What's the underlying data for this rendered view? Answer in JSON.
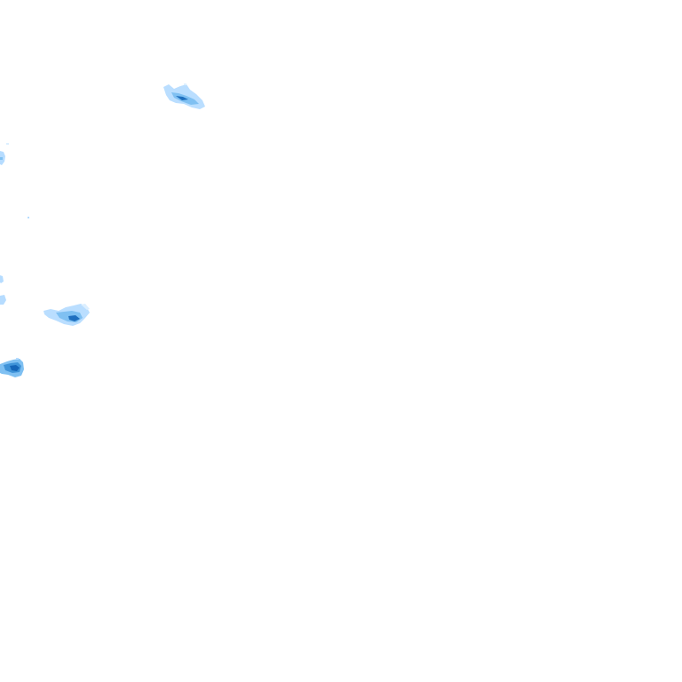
{
  "map": {
    "kind": "precipitation-radar-overlay",
    "background": "#ffffff",
    "palette": {
      "very_light": "#dcefff",
      "light": "#b6dcff",
      "medium": "#7fc0f2",
      "strong": "#3f93d8",
      "intense": "#1565b8"
    },
    "cells": [
      {
        "id": "echo-north",
        "intensity": "moderate"
      },
      {
        "id": "echo-west-upper",
        "intensity": "light"
      },
      {
        "id": "echo-west-speck",
        "intensity": "very-light"
      },
      {
        "id": "echo-west-mid",
        "intensity": "light"
      },
      {
        "id": "echo-central-west",
        "intensity": "moderate"
      },
      {
        "id": "echo-southwest",
        "intensity": "strong"
      }
    ]
  }
}
